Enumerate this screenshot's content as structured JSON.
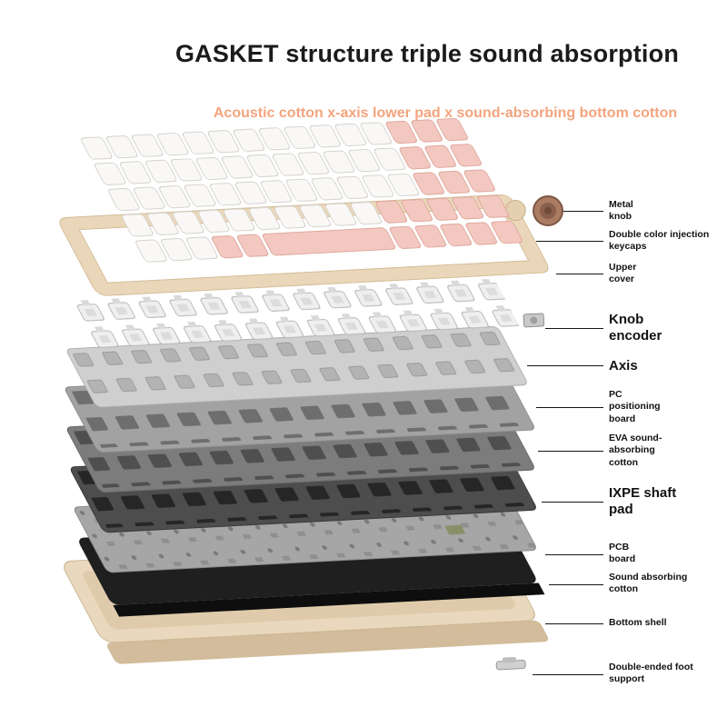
{
  "header": {
    "title": "GASKET structure triple sound absorption",
    "subtitle": "Acoustic cotton x-axis lower pad x sound-absorbing bottom cotton"
  },
  "labels": [
    {
      "id": "metal-knob",
      "text": "Metal knob"
    },
    {
      "id": "injection-keycaps",
      "text": "Double color injection keycaps"
    },
    {
      "id": "upper-cover",
      "text": "Upper cover"
    },
    {
      "id": "knob-encoder",
      "text": "Knob encoder"
    },
    {
      "id": "axis",
      "text": "Axis"
    },
    {
      "id": "pc-positioning-board",
      "text": "PC positioning board"
    },
    {
      "id": "eva-cotton",
      "text": "EVA sound-absorbing cotton"
    },
    {
      "id": "ixpe-shaft-pad",
      "text": "IXPE shaft pad"
    },
    {
      "id": "pcb-board",
      "text": "PCB board"
    },
    {
      "id": "sound-cotton",
      "text": "Sound absorbing cotton"
    },
    {
      "id": "bottom-shell",
      "text": "Bottom shell"
    },
    {
      "id": "foot-support",
      "text": "Double-ended foot support"
    }
  ],
  "colors": {
    "title": "#1b1b1b",
    "subtitle": "#f4a47d",
    "label_text": "#121212",
    "shell_beige": "#e9d8bd",
    "cover_beige": "#ead7ba",
    "keycap_white": "#f9f8f6",
    "keycap_pink": "#f3c8c0",
    "knob_bronze": "#a97c63",
    "plate_silver": "#cfcfcf",
    "pc_board_gray": "#a2a2a2",
    "eva_gray": "#7c7c7c",
    "ixpe_dark": "#4d4d4d",
    "pcb_gray": "#a6a6a6",
    "foam_black": "#1f1f1f"
  }
}
